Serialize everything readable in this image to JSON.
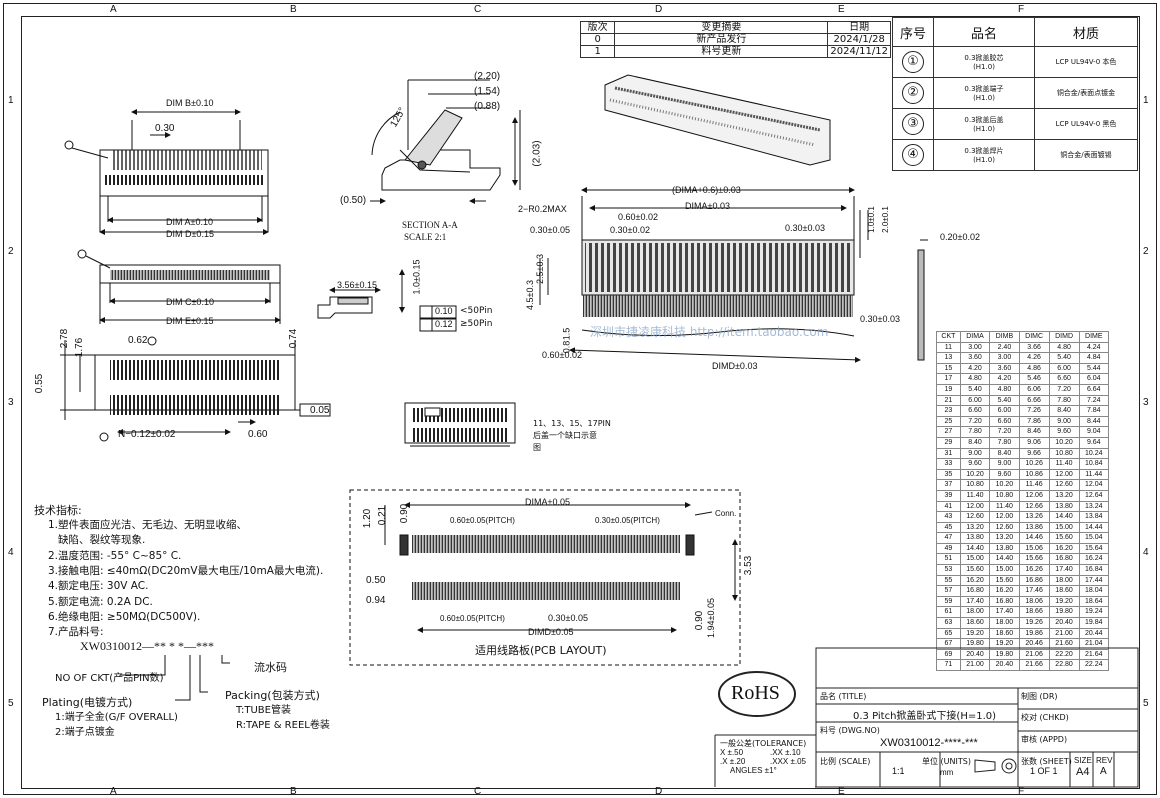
{
  "grid": {
    "cols": [
      "A",
      "B",
      "C",
      "D",
      "E",
      "F"
    ],
    "rows": [
      "1",
      "2",
      "3",
      "4",
      "5"
    ]
  },
  "revision": {
    "headers": [
      "版次",
      "变更摘要",
      "日期"
    ],
    "rows": [
      [
        "0",
        "新产品发行",
        "2024/1/28"
      ],
      [
        "1",
        "料号更新",
        "2024/11/12"
      ]
    ]
  },
  "parts": {
    "headers": [
      "序号",
      "品名",
      "材质"
    ],
    "rows": [
      {
        "no": "①",
        "name": "0.3掀盖胶芯\n(H1.0)",
        "material": "LCP UL94V-0 本色"
      },
      {
        "no": "②",
        "name": "0.3掀盖端子\n(H1.0)",
        "material": "铜合金/表面点镀金"
      },
      {
        "no": "③",
        "name": "0.3掀盖后盖\n(H1.0)",
        "material": "LCP UL94V-0 黑色"
      },
      {
        "no": "④",
        "name": "0.3掀盖焊片\n(H1.0)",
        "material": "铜合金/表面镀锡"
      }
    ]
  },
  "ckt_table": {
    "headers": [
      "CKT",
      "DIMA",
      "DIMB",
      "DIMC",
      "DIMD",
      "DIME"
    ],
    "rows": [
      [
        "11",
        "3.00",
        "2.40",
        "3.66",
        "4.80",
        "4.24"
      ],
      [
        "13",
        "3.60",
        "3.00",
        "4.26",
        "5.40",
        "4.84"
      ],
      [
        "15",
        "4.20",
        "3.60",
        "4.86",
        "6.00",
        "5.44"
      ],
      [
        "17",
        "4.80",
        "4.20",
        "5.46",
        "6.60",
        "6.04"
      ],
      [
        "19",
        "5.40",
        "4.80",
        "6.06",
        "7.20",
        "6.64"
      ],
      [
        "21",
        "6.00",
        "5.40",
        "6.66",
        "7.80",
        "7.24"
      ],
      [
        "23",
        "6.60",
        "6.00",
        "7.26",
        "8.40",
        "7.84"
      ],
      [
        "25",
        "7.20",
        "6.60",
        "7.86",
        "9.00",
        "8.44"
      ],
      [
        "27",
        "7.80",
        "7.20",
        "8.46",
        "9.60",
        "9.04"
      ],
      [
        "29",
        "8.40",
        "7.80",
        "9.06",
        "10.20",
        "9.64"
      ],
      [
        "31",
        "9.00",
        "8.40",
        "9.66",
        "10.80",
        "10.24"
      ],
      [
        "33",
        "9.60",
        "9.00",
        "10.26",
        "11.40",
        "10.84"
      ],
      [
        "35",
        "10.20",
        "9.60",
        "10.86",
        "12.00",
        "11.44"
      ],
      [
        "37",
        "10.80",
        "10.20",
        "11.46",
        "12.60",
        "12.04"
      ],
      [
        "39",
        "11.40",
        "10.80",
        "12.06",
        "13.20",
        "12.64"
      ],
      [
        "41",
        "12.00",
        "11.40",
        "12.66",
        "13.80",
        "13.24"
      ],
      [
        "43",
        "12.60",
        "12.00",
        "13.26",
        "14.40",
        "13.84"
      ],
      [
        "45",
        "13.20",
        "12.60",
        "13.86",
        "15.00",
        "14.44"
      ],
      [
        "47",
        "13.80",
        "13.20",
        "14.46",
        "15.60",
        "15.04"
      ],
      [
        "49",
        "14.40",
        "13.80",
        "15.06",
        "16.20",
        "15.64"
      ],
      [
        "51",
        "15.00",
        "14.40",
        "15.66",
        "16.80",
        "16.24"
      ],
      [
        "53",
        "15.60",
        "15.00",
        "16.26",
        "17.40",
        "16.84"
      ],
      [
        "55",
        "16.20",
        "15.60",
        "16.86",
        "18.00",
        "17.44"
      ],
      [
        "57",
        "16.80",
        "16.20",
        "17.46",
        "18.60",
        "18.04"
      ],
      [
        "59",
        "17.40",
        "16.80",
        "18.06",
        "19.20",
        "18.64"
      ],
      [
        "61",
        "18.00",
        "17.40",
        "18.66",
        "19.80",
        "19.24"
      ],
      [
        "63",
        "18.60",
        "18.00",
        "19.26",
        "20.40",
        "19.84"
      ],
      [
        "65",
        "19.20",
        "18.60",
        "19.86",
        "21.00",
        "20.44"
      ],
      [
        "67",
        "19.80",
        "19.20",
        "20.46",
        "21.60",
        "21.04"
      ],
      [
        "69",
        "20.40",
        "19.80",
        "21.06",
        "22.20",
        "21.64"
      ],
      [
        "71",
        "21.00",
        "20.40",
        "21.66",
        "22.80",
        "22.24"
      ]
    ]
  },
  "dims": {
    "dim_b": "DIM B±0.10",
    "pitch": "0.30",
    "dim_a": "DIM A±0.10",
    "dim_d": "DIM D±0.15",
    "dim_c": "DIM C±0.10",
    "dim_e": "DIM E±0.15",
    "d062": "0.62",
    "d278": "2.78",
    "d176": "1.76",
    "d074": "0.74",
    "d055": "0.55",
    "d005": "0.05",
    "n_pitch": "N−0.12±0.02",
    "d060": "0.60",
    "sec220": "(2.20)",
    "sec154": "(1.54)",
    "sec088": "(0.88)",
    "sec203": "(2.03)",
    "sec050": "(0.50)",
    "sec125": "125°",
    "section_label": "SECTION A-A",
    "section_scale": "SCALE  2:1",
    "d356": "3.56±0.15",
    "d104": "1.0±0.15",
    "tol1_val": "0.10",
    "tol1_cond": "<50Pin",
    "tol2_val": "0.12",
    "tol2_cond": "≥50Pin",
    "dima06": "(DIMA+0.6)±0.03",
    "dima03": "DIMA±0.03",
    "r02": "2−R0.2MAX",
    "p060": "0.60±0.02",
    "p030a": "0.30±0.05",
    "p030b": "0.30±0.02",
    "p030c": "0.30±0.03",
    "h10": "1.0±0.1",
    "h20": "2.0±0.1",
    "d020": "0.20±0.02",
    "v25": "2.5±0.3",
    "v45": "4.5±0.3",
    "v15": "1.5",
    "v08": "0.8",
    "p060b": "0.60±0.02",
    "p030d": "0.30±0.03",
    "dimd": "DIMD±0.03",
    "watermark": "深圳市捷凌康科技  http://item.taobao.com",
    "note_pins": "11、13、15、17PIN",
    "note_pins2": "后盖一个缺口示意",
    "note_pins3": "图"
  },
  "pcb": {
    "dima": "DIMA±0.05",
    "p060": "0.60±0.05(PITCH)",
    "p030": "0.30±0.05(PITCH)",
    "conn": "Conn.",
    "d120": "1.20",
    "d021": "0.21",
    "d090": "0.90",
    "d353": "3.53",
    "d050": "0.50",
    "d094": "0.94",
    "p060b": "0.60±0.05(PITCH)",
    "p030b": "0.30±0.05",
    "dimd": "DIMD±0.05",
    "d090b": "0.90",
    "d194": "1.94±0.05",
    "caption": "适用线路板(PCB LAYOUT)"
  },
  "specs": {
    "title": "技术指标:",
    "items": [
      "1.塑件表面应光洁、无毛边、无明显收缩、",
      "   缺陷、裂纹等现象.",
      "2.温度范围: -55° C~85° C.",
      "3.接触电阻: ≤40mΩ(DC20mV最大电压/10mA最大电流).",
      "4.额定电压: 30V AC.",
      "5.额定电流: 0.2A DC.",
      "6.绝缘电阻: ≥50MΩ(DC500V).",
      "7.产品料号:"
    ],
    "part_code": "XW0310012—** * *—***",
    "legend_serial": "流水码",
    "legend_ckt": "NO OF CKT(产品PIN数)",
    "legend_packing": "Packing(包装方式)",
    "legend_tube": "T:TUBE管装",
    "legend_tape": "R:TAPE & REEL卷装",
    "legend_plating": "Plating(电镀方式)",
    "legend_full": "1:端子全金(G/F OVERALL)",
    "legend_spot": "2:端子点镀金"
  },
  "titleblock": {
    "rohs": "RoHS",
    "title_label": "品名 (TITLE)",
    "title_value": "0.3 Pitch掀盖卧式下接(H=1.0)",
    "dwg_label": "料号 (DWG.NO)",
    "dwg_value": "XW0310012-****-***",
    "tol_title": "一般公差(TOLERANCE)",
    "tol_x": "X  ±.50",
    "tol_xx": ".XX  ±.10",
    "tol_x2": ".X  ±.20",
    "tol_xxx": ".XXX  ±.05",
    "tol_ang": "ANGLES    ±1°",
    "scale_label": "比例 (SCALE)",
    "scale_value": "1:1",
    "unit_label": "单位 (UNITS)",
    "unit_value": "mm",
    "sheet_label": "张数 (SHEET)",
    "sheet_value": "1 OF 1",
    "size_label": "SIZE",
    "size_value": "A4",
    "rev_label": "REV",
    "rev_value": "A",
    "dr_label": "制图 (DR)",
    "chkd_label": "校对 (CHKD)",
    "appd_label": "审核 (APPD)"
  }
}
